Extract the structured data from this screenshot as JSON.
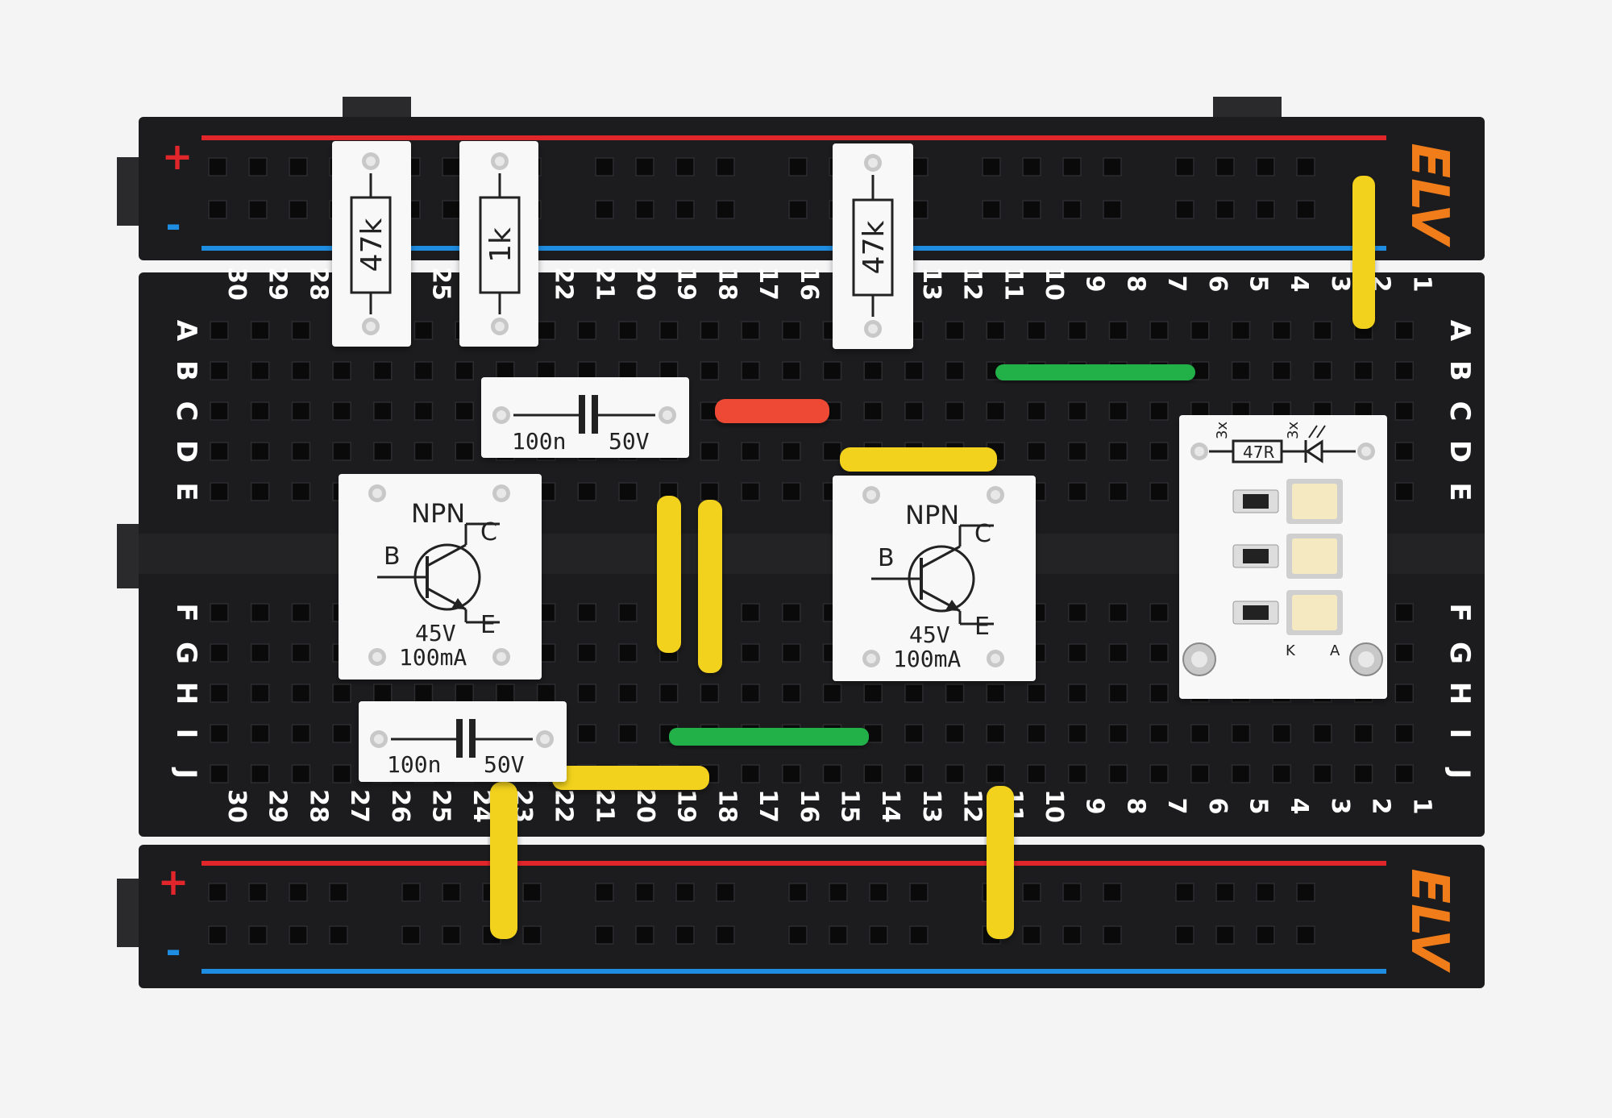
{
  "breadboard": {
    "brand": "ELV",
    "rail_plus": "+",
    "rail_minus": "-",
    "columns": [
      "30",
      "29",
      "28",
      "27",
      "26",
      "25",
      "24",
      "23",
      "22",
      "21",
      "20",
      "19",
      "18",
      "17",
      "16",
      "15",
      "14",
      "13",
      "12",
      "11",
      "10",
      "9",
      "8",
      "7",
      "6",
      "5",
      "4",
      "3",
      "2",
      "1"
    ],
    "rows_top": [
      "A",
      "B",
      "C",
      "D",
      "E"
    ],
    "rows_bottom": [
      "F",
      "G",
      "H",
      "I",
      "J"
    ],
    "colors": {
      "board": "#1c1c1e",
      "rail_red": "#e0262b",
      "rail_blue": "#1e8ce0",
      "brand_orange": "#f07d1a",
      "wire_yellow": "#f2d21c",
      "wire_green": "#22b04a",
      "wire_red": "#ee4a36"
    }
  },
  "modules": {
    "res1": {
      "value": "47k"
    },
    "res2": {
      "value": "1k"
    },
    "res3": {
      "value": "47k"
    },
    "cap1": {
      "value": "100n",
      "voltage": "50V"
    },
    "cap2": {
      "value": "100n",
      "voltage": "50V"
    },
    "trans1": {
      "type": "NPN",
      "pin_b": "B",
      "pin_c": "C",
      "pin_e": "E",
      "voltage": "45V",
      "current": "100mA"
    },
    "trans2": {
      "type": "NPN",
      "pin_b": "B",
      "pin_c": "C",
      "pin_e": "E",
      "voltage": "45V",
      "current": "100mA"
    },
    "led": {
      "count_res": "3x",
      "count_led": "3x",
      "resistor": "47R",
      "pin_k": "K",
      "pin_a": "A"
    }
  }
}
